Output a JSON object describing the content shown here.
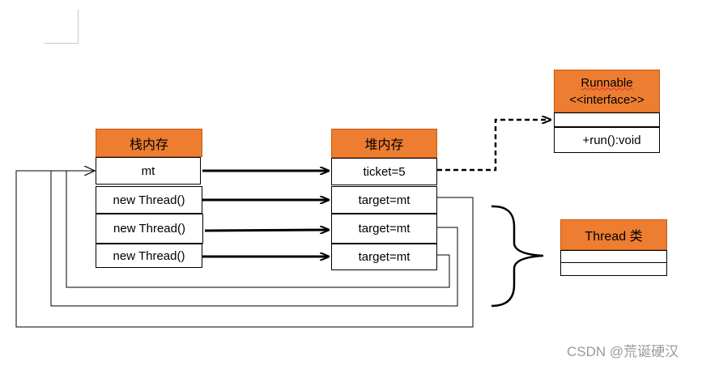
{
  "stack": {
    "title": "栈内存",
    "cells": [
      "mt",
      "new Thread()",
      "new Thread()",
      "new Thread()"
    ]
  },
  "heap": {
    "title": "堆内存",
    "cells": [
      "ticket=5",
      "target=mt",
      "target=mt",
      "target=mt"
    ]
  },
  "runnable": {
    "name": "Runnable",
    "stereotype": "<<interface>>",
    "method": "+run():void"
  },
  "thread_class": {
    "title": "Thread 类"
  },
  "watermark": "CSDN @荒诞硬汉",
  "colors": {
    "header_fill": "#ed7d31",
    "line": "#000000"
  }
}
